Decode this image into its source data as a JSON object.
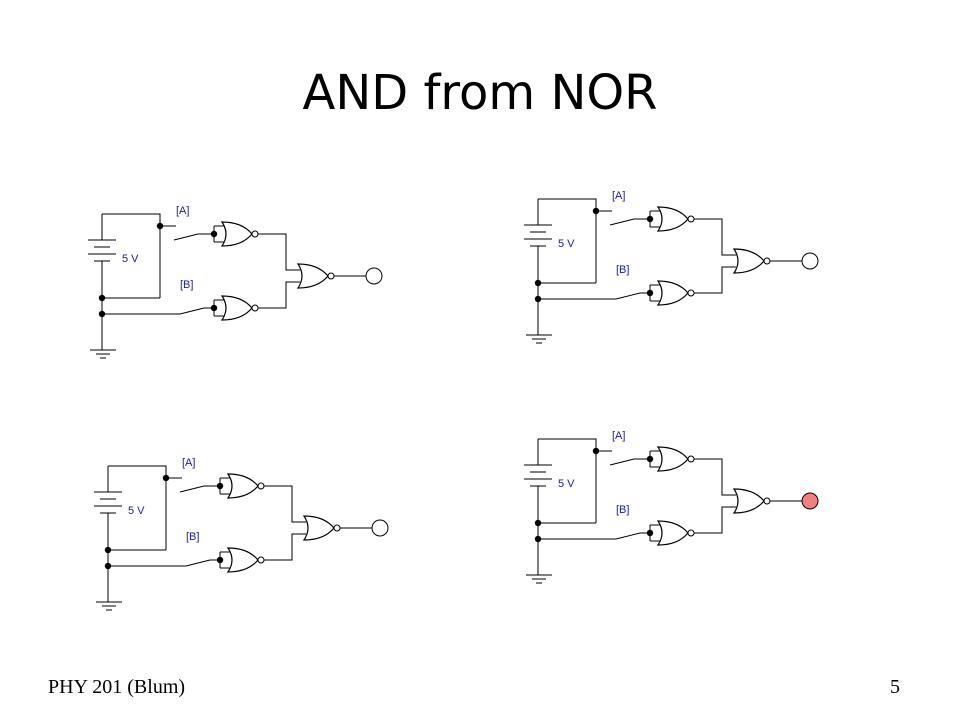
{
  "slide": {
    "title": "AND from NOR",
    "footer_left": "PHY 201 (Blum)",
    "page_number": "5"
  },
  "labels": {
    "switch_a": "[A]",
    "switch_b": "[B]",
    "battery": "5 V"
  },
  "colors": {
    "wire": "#000000",
    "label": "#1a1aa6",
    "led_off": "#ffffff",
    "led_on": "#f08080"
  },
  "circuits": [
    {
      "name": "circuit-a0-b0",
      "output_on": false
    },
    {
      "name": "circuit-a1-b0",
      "output_on": false
    },
    {
      "name": "circuit-a0-b1",
      "output_on": false
    },
    {
      "name": "circuit-a1-b1",
      "output_on": true
    }
  ]
}
